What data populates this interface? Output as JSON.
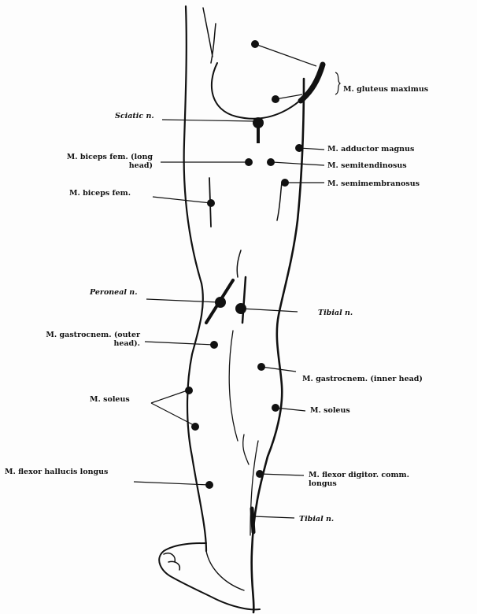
{
  "figure": {
    "ink_color": "#111111",
    "paper_color": "#fdfdfd"
  },
  "labels": {
    "gluteus_maximus": "M. gluteus maximus",
    "sciatic_n": "Sciatic n.",
    "biceps_fem_long": "M. biceps fem. (long\nhead)",
    "adductor_magnus": "M. adductor magnus",
    "semitendinosus": "M. semitendinosus",
    "semimembranosus": "M. semimembranosus",
    "biceps_fem": "M. biceps fem.",
    "peroneal_n": "Peroneal n.",
    "tibial_n_upper": "Tibial n.",
    "gastrocnem_outer": "M. gastrocnem. (outer\nhead).",
    "gastrocnem_inner": "M. gastrocnem. (inner head)",
    "soleus_left": "M. soleus",
    "soleus_right": "M. soleus",
    "flexor_hallucis": "M. flexor hallucis longus",
    "flexor_digitor": "M. flexor digitor. comm.\nlongus",
    "tibial_n_lower": "Tibial n."
  }
}
